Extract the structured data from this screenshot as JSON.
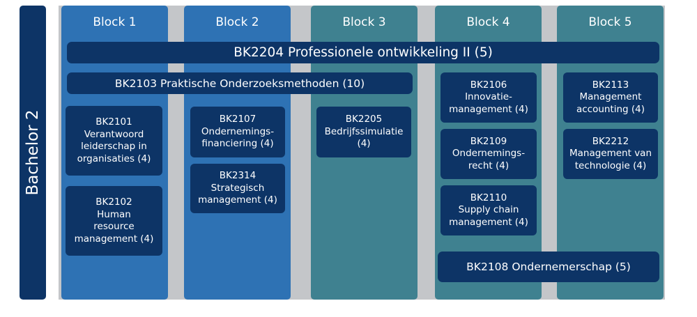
{
  "side_label": "Bachelor 2",
  "colors": {
    "navy": "#0d3466",
    "blue": "#2e72b4",
    "teal": "#3f8190",
    "gap": "#c4c6c9"
  },
  "blocks": [
    "Block 1",
    "Block 2",
    "Block 3",
    "Block 4",
    "Block 5"
  ],
  "wide_courses": {
    "bk2204": "BK2204 Professionele ontwikkeling II (5)",
    "bk2103": "BK2103 Praktische Onderzoeksmethoden (10)",
    "bk2108": "BK2108 Ondernemerschap (5)"
  },
  "courses": {
    "bk2101": "BK2101\nVerantwoord\nleiderschap in\norganisaties (4)",
    "bk2102": "BK2102\nHuman\nresource\nmanagement (4)",
    "bk2107": "BK2107\nOndernemings-\nfinanciering  (4)",
    "bk2314": "BK2314\nStrategisch\nmanagement (4)",
    "bk2205": "BK2205\nBedrijfssimulatie\n(4)",
    "bk2106": "BK2106\nInnovatie-\nmanagement (4)",
    "bk2109": "BK2109\nOndernemings-\nrecht (4)",
    "bk2110": "BK2110\nSupply chain\nmanagement (4)",
    "bk2113": "BK2113\nManagement\naccounting (4)",
    "bk2212": "BK2212\nManagement van\ntechnologie (4)"
  }
}
